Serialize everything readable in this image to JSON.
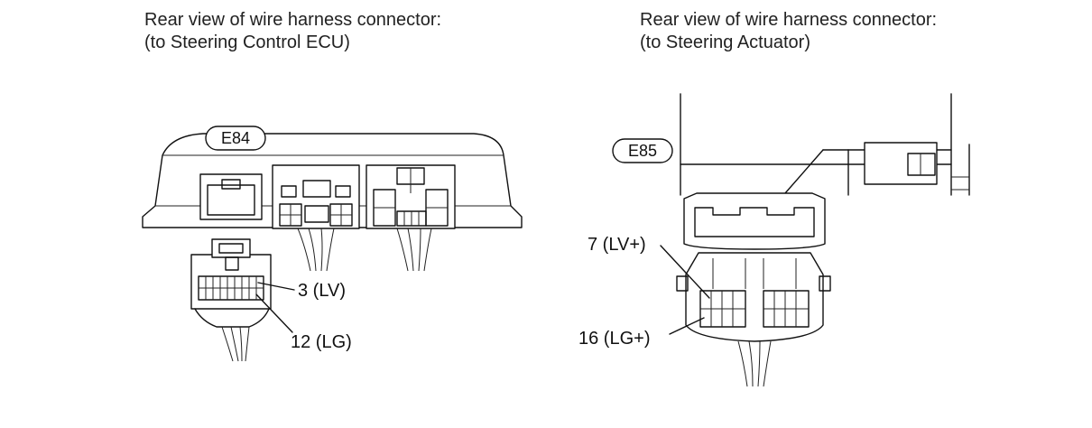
{
  "left_panel": {
    "caption_line1": "Rear view of wire harness connector:",
    "caption_line2": "(to Steering Control ECU)",
    "connector_id": "E84",
    "pins": [
      {
        "label": "3 (LV)"
      },
      {
        "label": "12 (LG)"
      }
    ]
  },
  "right_panel": {
    "caption_line1": "Rear view of wire harness connector:",
    "caption_line2": "(to Steering Actuator)",
    "connector_id": "E85",
    "pins": [
      {
        "label": "7 (LV+)"
      },
      {
        "label": "16 (LG+)"
      }
    ]
  },
  "colors": {
    "line": "#111111",
    "background": "#ffffff"
  }
}
